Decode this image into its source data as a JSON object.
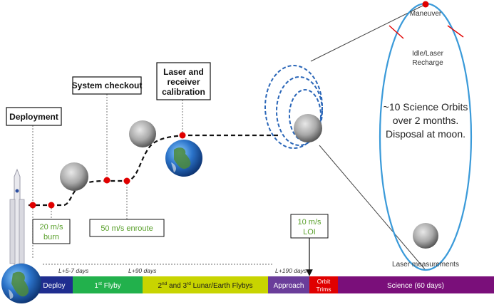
{
  "callouts": {
    "deployment": "Deployment",
    "system_checkout": "System checkout",
    "laser_calibration": [
      "Laser and",
      "receiver",
      "calibration"
    ]
  },
  "burns": {
    "burn_20": [
      "20 m/s",
      "burn"
    ],
    "enroute_50": "50 m/s enroute",
    "loi_10": [
      "10 m/s",
      "LOI"
    ]
  },
  "orbit_labels": {
    "maneuver": "Maneuver",
    "idle_recharge": [
      "Idle/Laser",
      "Recharge"
    ],
    "science_note": [
      "~10 Science Orbits",
      "over 2 months.",
      "Disposal at moon."
    ],
    "laser_measurements": "Laser measurements"
  },
  "timeline": {
    "markers": [
      "L+5-7 days",
      "L+90 days",
      "L+190 days"
    ],
    "phases": [
      {
        "label": "Deploy",
        "color": "#1f2d8f",
        "text_color": "#ffffff"
      },
      {
        "label_main": "1",
        "label_sup": "st",
        "label_rest": " Flyby",
        "color": "#22b14c",
        "text_color": "#ffffff"
      },
      {
        "label_main": "2",
        "label_sup": "nd",
        "label_mid": " and 3",
        "label_sup2": "rd",
        "label_rest": " Lunar/Earth Flybys",
        "color": "#c8d400",
        "text_color": "#1a1a1a"
      },
      {
        "label": "Approach",
        "color": "#6a3d9a",
        "text_color": "#ffffff"
      },
      {
        "label": [
          "Orbit",
          "Trims"
        ],
        "color": "#e00000",
        "text_color": "#ffffff"
      },
      {
        "label": "Science (60 days)",
        "color": "#7a0f7a",
        "text_color": "#ffffff"
      }
    ]
  },
  "colors": {
    "trajectory": "#111111",
    "burn_dot": "#e00000",
    "orbit_dashed": "#2a66b8",
    "science_orbit": "#3a9ad9",
    "green_text": "#5aa02c",
    "guide_line": "#8a8a8a"
  }
}
